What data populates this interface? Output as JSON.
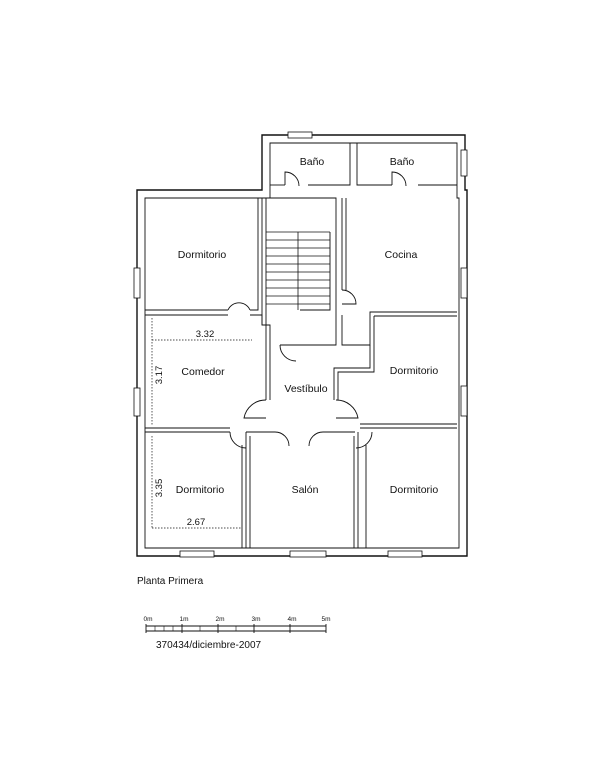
{
  "rooms": {
    "bano_left": "Baño",
    "bano_right": "Baño",
    "dormitorio_tl": "Dormitorio",
    "cocina": "Cocina",
    "comedor": "Comedor",
    "vestibulo": "Vestíbulo",
    "dormitorio_right": "Dormitorio",
    "dormitorio_bl": "Dormitorio",
    "salon": "Salón",
    "dormitorio_br": "Dormitorio"
  },
  "dimensions": {
    "comedor_width": "3.32",
    "comedor_height": "3.17",
    "dormitorio_bl_height": "3.35",
    "dormitorio_bl_width": "2.67"
  },
  "caption": {
    "title": "Planta Primera",
    "reference": "370434/diciembre-2007"
  },
  "scale_bar": {
    "ticks": [
      "0m",
      "1m",
      "2m",
      "3m",
      "4m",
      "5m"
    ]
  }
}
